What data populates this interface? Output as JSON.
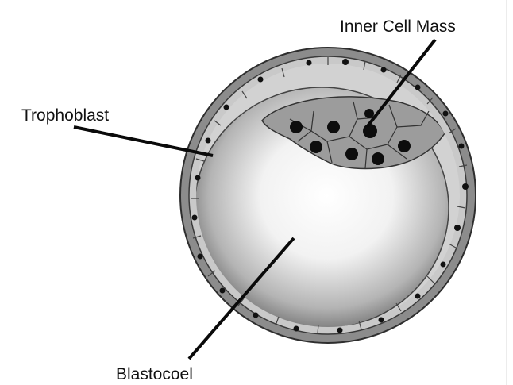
{
  "labels": {
    "inner_cell_mass": "Inner Cell Mass",
    "trophoblast": "Trophoblast",
    "blastocoel": "Blastocoel"
  },
  "colors": {
    "background": "#ffffff",
    "outer_ring": "#8c8c8c",
    "outline": "#3a3a3a",
    "trophoblast_layer": "#c8c8c8",
    "inner_cell_mass": "#9a9a9a",
    "nucleus": "#111111",
    "cavity_center": "#ffffff",
    "cavity_edge": "#6a6a6a"
  }
}
